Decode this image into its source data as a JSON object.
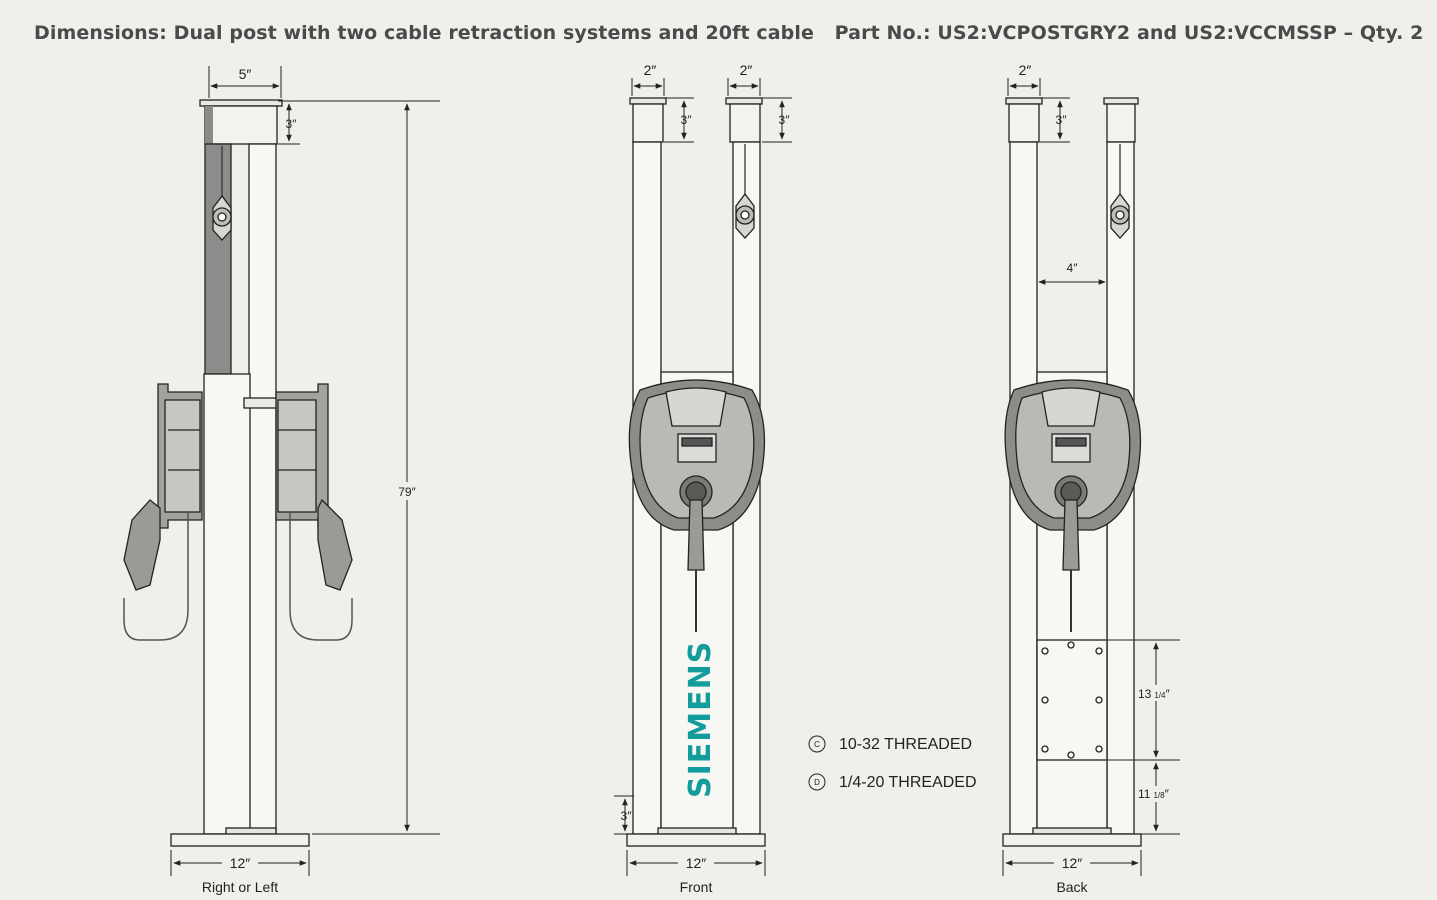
{
  "header": {
    "title": "Dimensions:  Dual post with two cable retraction systems and 20ft cable",
    "part_no": "Part No.: US2:VCPOSTGRY2 and US2:VCCMSSP – Qty. 2"
  },
  "views": {
    "side": {
      "caption": "Right or Left",
      "dim_top_width": "5″",
      "dim_cap_height": "3″",
      "dim_total_height": "79″",
      "dim_base_width": "12″"
    },
    "front": {
      "caption": "Front",
      "dim_left_top_width": "2″",
      "dim_right_top_width": "2″",
      "dim_left_cap_height": "3″",
      "dim_right_cap_height": "3″",
      "dim_bottom_height": "3″",
      "dim_base_width": "12″",
      "brand": "SIEMENS",
      "brand_color": "#129c9c"
    },
    "back": {
      "caption": "Back",
      "dim_top_width": "2″",
      "dim_cap_height": "3″",
      "dim_post_gap": "4″",
      "dim_plate_height_whole": "13",
      "dim_plate_height_frac": "1/4",
      "dim_lower_height_whole": "11",
      "dim_lower_height_frac": "1/8",
      "dim_base_width": "12″",
      "inch_mark": "″"
    }
  },
  "legend": [
    {
      "symbol": "C",
      "text": "10-32 THREADED"
    },
    {
      "symbol": "D",
      "text": "1/4-20 THREADED"
    }
  ]
}
